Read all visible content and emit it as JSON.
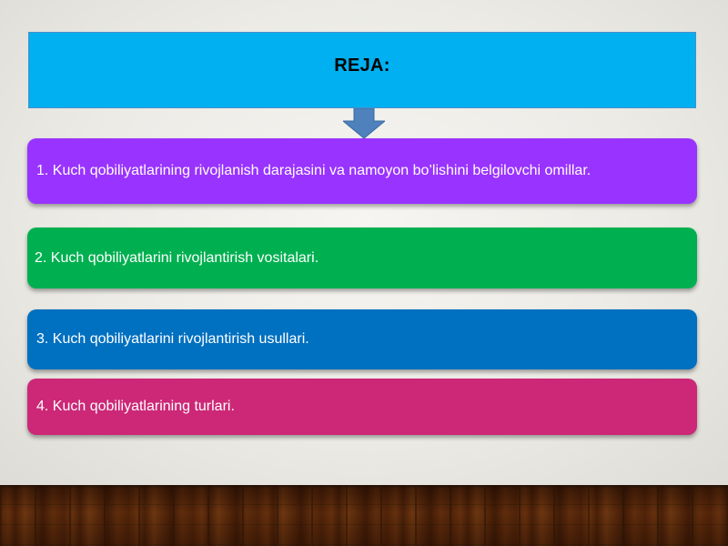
{
  "slide": {
    "title": "REJA:",
    "items": [
      {
        "text": "1. Kuch qobiliyatlarining rivojlanish darajasini va namoyon bo’lishini belgilovchi omillar.",
        "color": "#9933ff"
      },
      {
        "text": "2. Kuch qobiliyatlarini rivojlantirish vositalari.",
        "color": "#00b050"
      },
      {
        "text": "3. Kuch qobiliyatlarini rivojlantirish usullari.",
        "color": "#0070c0"
      },
      {
        "text": "4. Kuch qobiliyatlarining turlari.",
        "color": "#cc2877"
      }
    ]
  },
  "colors": {
    "title_box": "#00b0f0",
    "arrow": "#4f81bd"
  },
  "icons": {
    "arrow": "down-arrow-icon"
  }
}
